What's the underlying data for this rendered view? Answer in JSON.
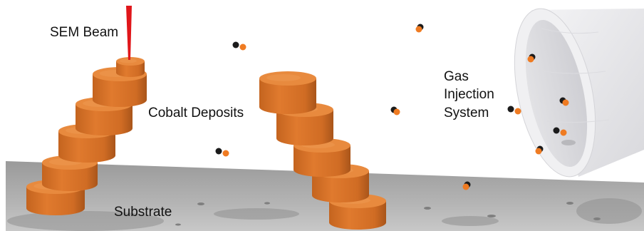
{
  "labels": {
    "sem_beam": "SEM Beam",
    "cobalt_deposits": "Cobalt Deposits",
    "gas_line1": "Gas",
    "gas_line2": "Injection",
    "gas_line3": "System",
    "substrate": "Substrate"
  },
  "colors": {
    "deposit": "#e07a2e",
    "deposit_dark": "#b65a1a",
    "beam": "#e0161a",
    "substrate": "#a9a9a9",
    "molecule_metal": "#1b1b1b",
    "molecule_ligand": "#ef7b22",
    "nozzle": "#e9e9eb"
  }
}
